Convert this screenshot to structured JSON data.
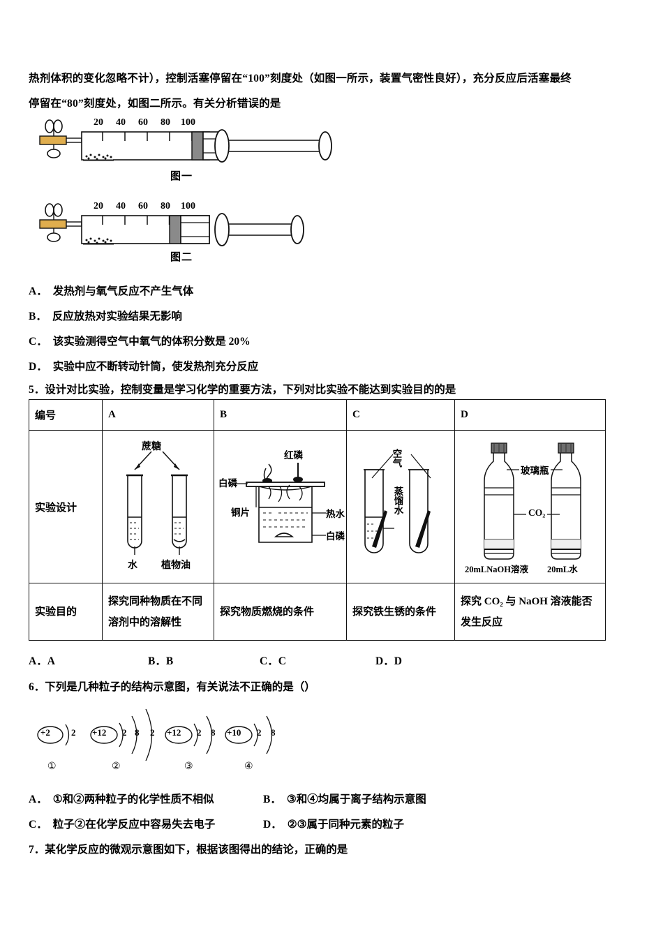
{
  "document": {
    "lead_paragraph": {
      "line1": "热剂体积的变化忽略不计），控制活塞停留在“100”刻度处（如图一所示，装置气密性良好），充分反应后活塞最终",
      "line2": "停留在“80”刻度处，如图二所示。有关分析错误的是"
    },
    "figures": {
      "fig1": {
        "caption": "图一",
        "ticks": [
          "20",
          "40",
          "60",
          "80",
          "100"
        ],
        "piston_position": "100"
      },
      "fig2": {
        "caption": "图二",
        "ticks": [
          "20",
          "40",
          "60",
          "80",
          "100"
        ],
        "piston_position": "80"
      }
    },
    "q4_options": [
      {
        "label": "A．",
        "text": "发热剂与氧气反应不产生气体"
      },
      {
        "label": "B．",
        "text": "反应放热对实验结果无影响"
      },
      {
        "label": "C．",
        "text": "该实验测得空气中氧气的体积分数是 20%"
      },
      {
        "label": "D．",
        "text": "实验中应不断转动针筒，使发热剂充分反应"
      }
    ],
    "q5": {
      "stem": "5．设计对比实验，控制变量是学习化学的重要方法，下列对比实验不能达到实验目的的是",
      "table": {
        "header": [
          "编号",
          "A",
          "B",
          "C",
          "D"
        ],
        "row_design_label": "实验设计",
        "row_purpose_label": "实验目的",
        "design_labels": {
          "A": {
            "top": "蔗糖",
            "left_tube": "水",
            "right_tube": "植物油"
          },
          "B": {
            "red_p": "红磷",
            "white_p_top": "白磷",
            "copper": "铜片",
            "hot_water": "热水",
            "white_p_bottom": "白磷"
          },
          "C": {
            "air": "空气",
            "distilled_water": "蒸馏水"
          },
          "D": {
            "bottle": "玻璃瓶",
            "gas": "CO₂",
            "left_caption": "20mLNaOH溶液",
            "right_caption": "20mL水"
          }
        },
        "purposes": [
          "探究同种物质在不同溶剂中的溶解性",
          "探究物质燃烧的条件",
          "探究铁生锈的条件",
          "探究 CO₂ 与 NaOH 溶液能否发生反应"
        ]
      },
      "options": [
        {
          "label": "A．",
          "text": "A"
        },
        {
          "label": "B．",
          "text": "B"
        },
        {
          "label": "C．",
          "text": "C"
        },
        {
          "label": "D．",
          "text": "D"
        }
      ]
    },
    "q6": {
      "stem": "6．下列是几种粒子的结构示意图，有关说法不正确的是（）",
      "particles": [
        {
          "index": "①",
          "nucleus": "+2",
          "shells": [
            "2"
          ]
        },
        {
          "index": "②",
          "nucleus": "+12",
          "shells": [
            "2",
            "8",
            "2"
          ]
        },
        {
          "index": "③",
          "nucleus": "+12",
          "shells": [
            "2",
            "8"
          ]
        },
        {
          "index": "④",
          "nucleus": "+10",
          "shells": [
            "2",
            "8"
          ]
        }
      ],
      "options": [
        {
          "label": "A．",
          "text": "①和②两种粒子的化学性质不相似"
        },
        {
          "label": "B．",
          "text": "③和④均属于离子结构示意图"
        },
        {
          "label": "C．",
          "text": "粒子②在化学反应中容易失去电子"
        },
        {
          "label": "D．",
          "text": "②③属于同种元素的粒子"
        }
      ]
    },
    "q7": {
      "stem": "7．某化学反应的微观示意图如下，根据该图得出的结论，正确的是"
    }
  },
  "colors": {
    "ink": "#111111",
    "piston_gray": "#8a8a8a",
    "clamp_gold": "#e0ae4e",
    "paper": "#ffffff"
  }
}
